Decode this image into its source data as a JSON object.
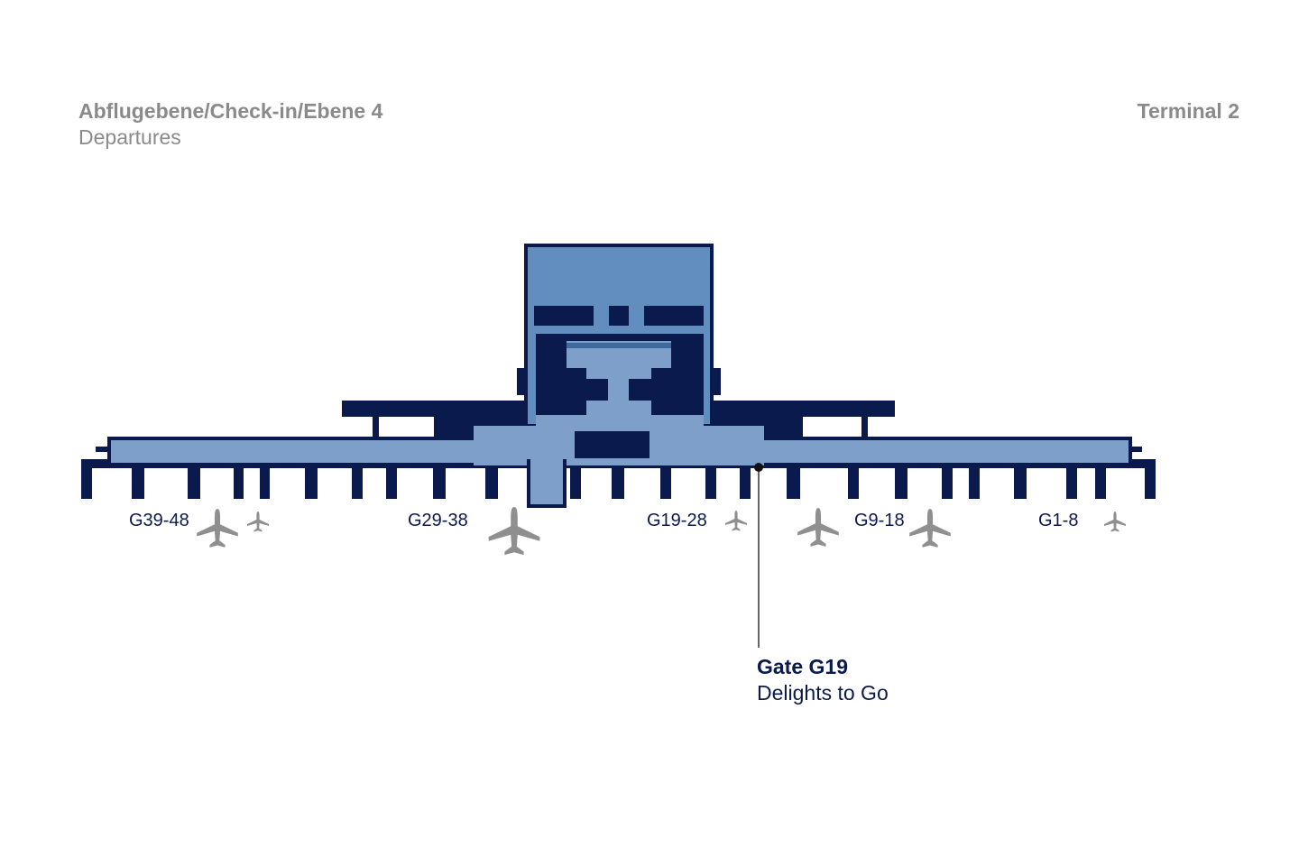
{
  "header": {
    "level_title": "Abflugebene/Check-in/Ebene 4",
    "level_subtitle": "Departures",
    "terminal": "Terminal 2"
  },
  "gate_groups": [
    {
      "label": "G39-48"
    },
    {
      "label": "G29-38"
    },
    {
      "label": "G19-28"
    },
    {
      "label": "G9-18"
    },
    {
      "label": "G1-8"
    }
  ],
  "callout": {
    "title": "Gate G19",
    "description": "Delights to Go"
  },
  "colors": {
    "navy": "#0b1a4d",
    "light_blue": "#7f9fcb",
    "mid_blue": "#628dbf",
    "plane_gray": "#8f8f8f",
    "header_gray": "#8a8a8a"
  }
}
